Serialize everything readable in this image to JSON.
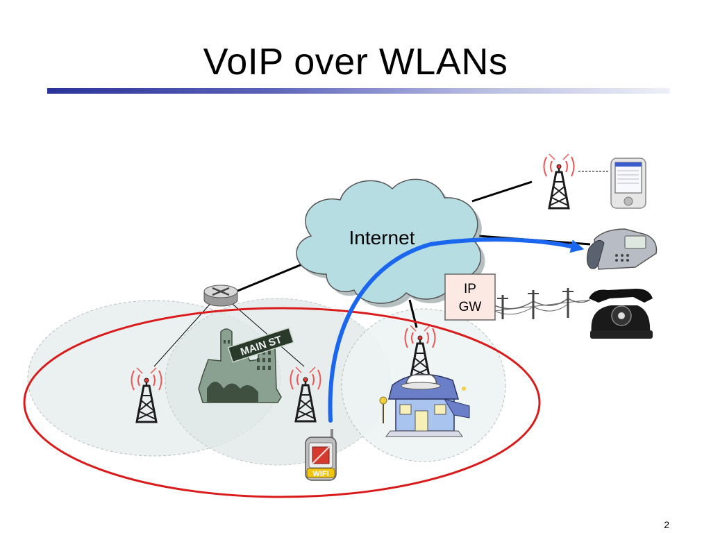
{
  "slide": {
    "title": "VoIP over WLANs",
    "page_number": "2"
  },
  "diagram": {
    "cloud_label": "Internet",
    "gateway_label_line1": "IP",
    "gateway_label_line2": "GW",
    "street_sign_text": "MAIN ST",
    "phone_badge_text": "WIFI"
  },
  "colors": {
    "title_rule_start": "#2a339a",
    "cloud_fill": "#b6dde1",
    "call_path_arrow": "#1a66ee",
    "roaming_boundary": "#d91b1b",
    "gateway_box_fill": "#fde9e4"
  }
}
